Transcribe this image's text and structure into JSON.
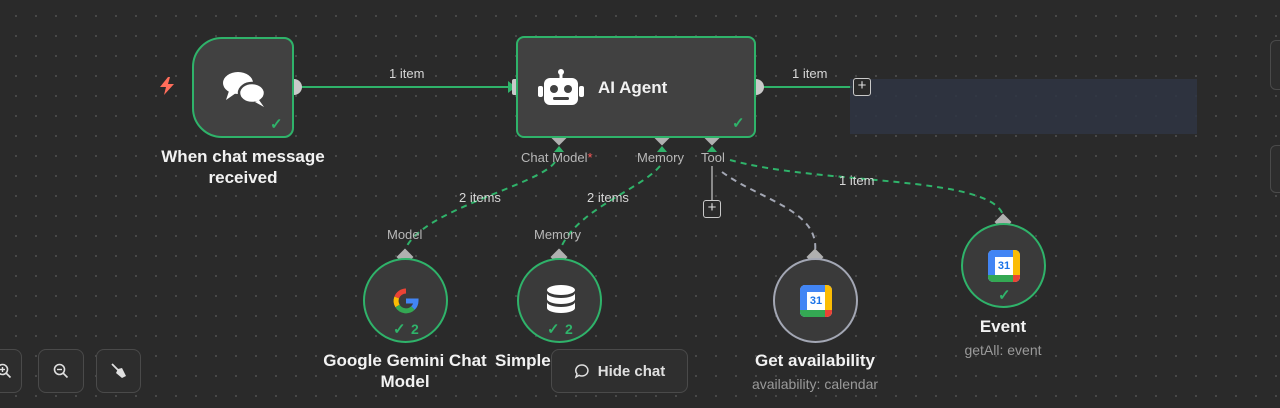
{
  "canvas": {
    "trigger": {
      "title_line1": "When chat message",
      "title_line2": "received"
    },
    "agent": {
      "title": "AI Agent",
      "ports": {
        "chat_model": "Chat Model",
        "chat_model_required": "*",
        "memory": "Memory",
        "tool": "Tool"
      }
    },
    "edges": {
      "trigger_to_agent": "1 item",
      "agent_out": "1 item",
      "model_link": "2 items",
      "memory_link": "2 items",
      "event_link": "1 item"
    },
    "model_node": {
      "port_label": "Model",
      "title_line1": "Google Gemini Chat",
      "title_line2": "Model",
      "count": "2"
    },
    "memory_node": {
      "port_label": "Memory",
      "title": "Simple",
      "count": "2"
    },
    "availability_node": {
      "title": "Get availability",
      "subtitle": "availability: calendar",
      "calendar_day": "31"
    },
    "event_node": {
      "title": "Event",
      "subtitle": "getAll: event",
      "calendar_day": "31"
    }
  },
  "controls": {
    "hide_chat_label": "Hide chat"
  },
  "colors": {
    "success": "#2fb36a",
    "trigger": "#ff6d5a",
    "connection": "#8a8f9c"
  }
}
